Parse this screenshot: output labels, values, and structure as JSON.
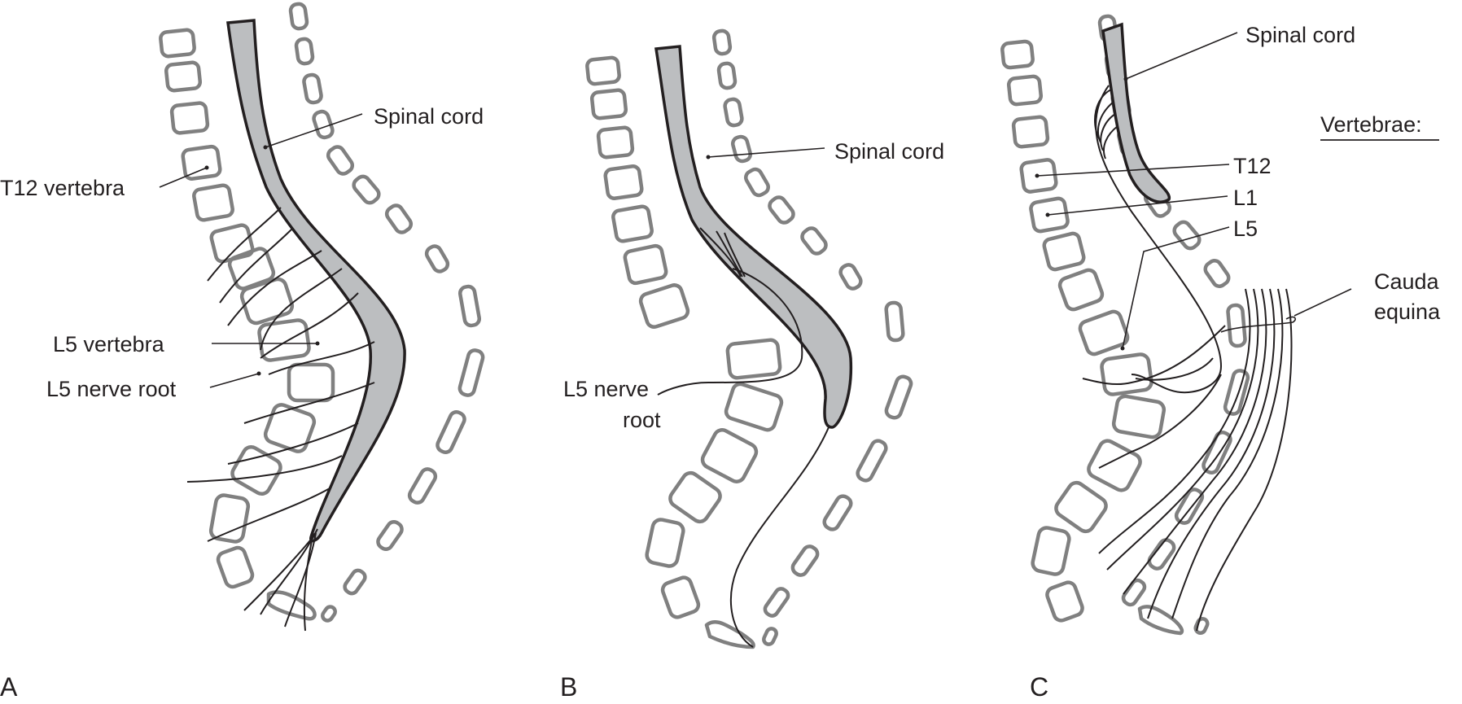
{
  "figure": {
    "panels": [
      {
        "letter": "A",
        "labels": {
          "spinal_cord": "Spinal cord",
          "t12": "T12 vertebra",
          "l5_vertebra": "L5 vertebra",
          "l5_nerve_root": "L5 nerve root"
        }
      },
      {
        "letter": "B",
        "labels": {
          "spinal_cord": "Spinal cord",
          "l5_nerve_root_line1": "L5 nerve",
          "l5_nerve_root_line2": "root"
        }
      },
      {
        "letter": "C",
        "labels": {
          "spinal_cord": "Spinal cord",
          "vertebrae_heading": "Vertebrae:",
          "t12": "T12",
          "l1": "L1",
          "l5": "L5",
          "cauda_line1": "Cauda",
          "cauda_line2": "equina"
        }
      }
    ],
    "colors": {
      "cord_fill": "#bcbec0",
      "vertebra_outline": "#808080",
      "ink": "#231f20"
    }
  }
}
